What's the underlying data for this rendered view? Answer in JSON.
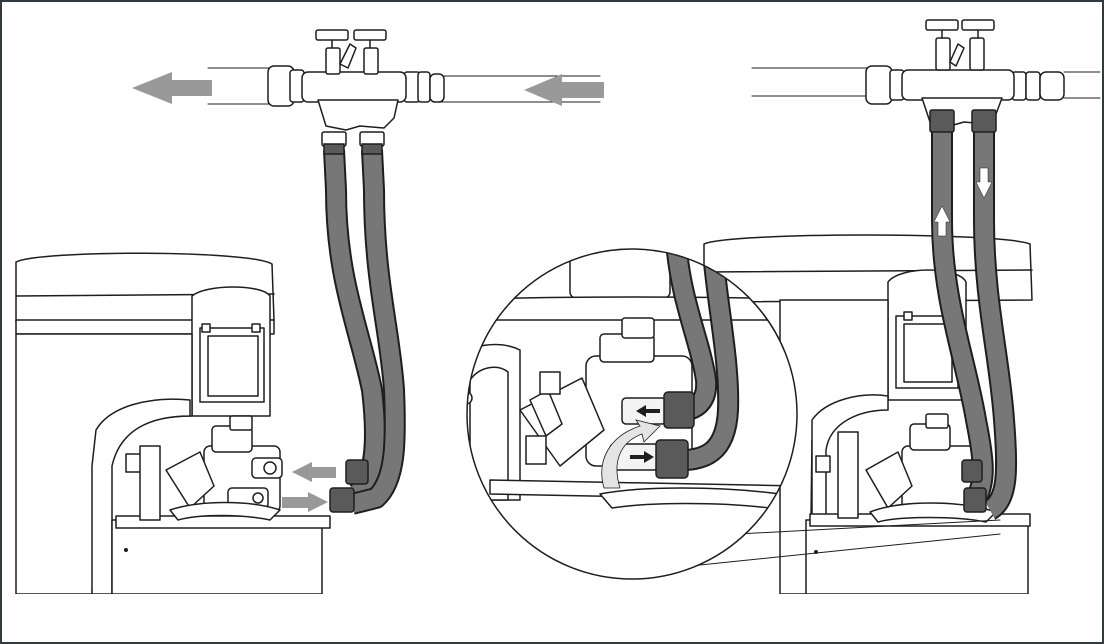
{
  "colors": {
    "frame_border": "#2f3b3f",
    "line": "#1e1e1e",
    "hose": "#777777",
    "flow_arrow_grey": "#999999",
    "flow_arrow_white": "#ffffff"
  },
  "left_panel": {
    "flow_arrows": [
      {
        "name": "pipe-outflow-arrow",
        "direction": "left"
      },
      {
        "name": "pipe-inflow-arrow",
        "direction": "left"
      },
      {
        "name": "port-out-arrow",
        "direction": "left"
      },
      {
        "name": "port-in-arrow",
        "direction": "right"
      }
    ]
  },
  "right_panel": {
    "flow_arrows": [
      {
        "name": "hose-up-arrow",
        "direction": "up"
      },
      {
        "name": "hose-down-arrow",
        "direction": "down"
      }
    ]
  },
  "icons": [
    "bypass-valve-icon",
    "hose-icon",
    "water-softener-icon",
    "magnifier-inset-icon"
  ]
}
